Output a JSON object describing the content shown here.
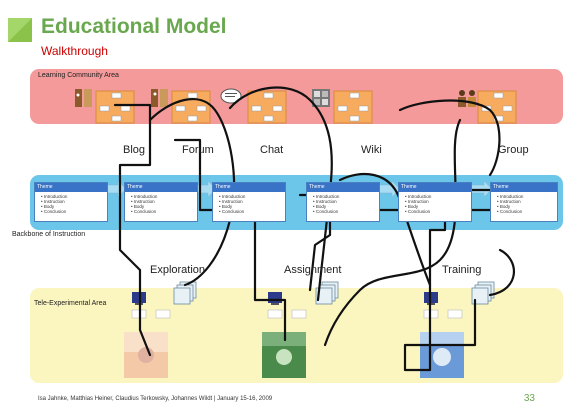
{
  "header": {
    "title": "Educational Model",
    "subtitle": "Walkthrough"
  },
  "areas": {
    "learning_community": "Learning Community Area",
    "backbone": "Backbone of Instruction",
    "tele_experimental": "Tele-Experimental Area"
  },
  "tools": {
    "blog": "Blog",
    "forum": "Forum",
    "chat": "Chat",
    "wiki": "Wiki",
    "group": "Group"
  },
  "lesson_template": {
    "heading": "Theme",
    "items": [
      "Introduction",
      "Instruction",
      "Body",
      "Conclusion"
    ]
  },
  "activities": {
    "exploration": "Exploration",
    "assignment": "Assignment",
    "training": "Training"
  },
  "footer": {
    "authors": "Isa Jahnke, Matthias Heiner, Claudius Terkowsky, Johannes Wildt | January 15-16, 2009",
    "page_number": "33"
  },
  "colors": {
    "title_green": "#6aa84f",
    "subtitle_red": "#cc0000",
    "learning_band": "#f49a9a",
    "backbone_band": "#6cc6ea",
    "tele_band": "#fbf5bf",
    "node_orange": "#f7ab5f",
    "node_blue": "#3873c7"
  }
}
